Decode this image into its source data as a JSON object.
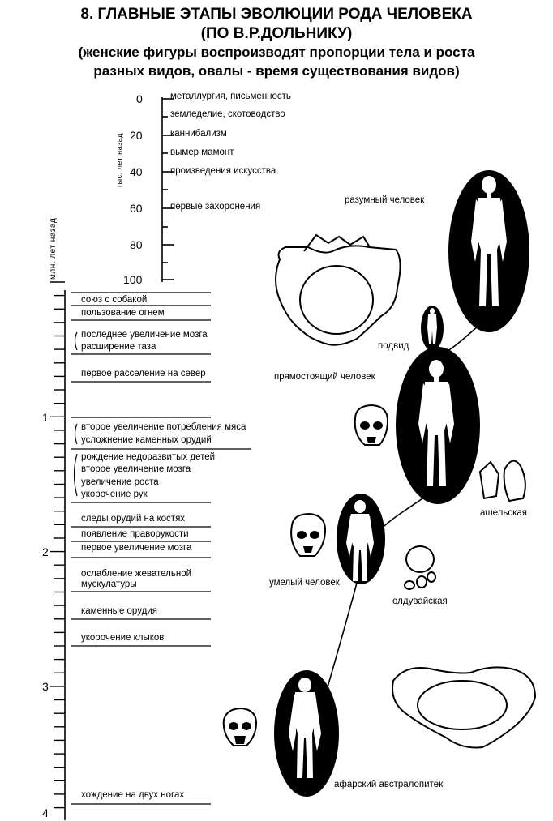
{
  "title": {
    "line1": "8. ГЛАВНЫЕ ЭТАПЫ ЭВОЛЮЦИИ РОДА ЧЕЛОВЕКА",
    "line2": "(ПО В.Р.ДОЛЬНИКУ)",
    "line3": "(женские фигуры воспроизводят пропорции тела и роста",
    "line4": "разных видов, овалы - время существования видов)"
  },
  "upper_scale": {
    "unit": "тыс. лет назад",
    "ticks": [
      "0",
      "20",
      "40",
      "60",
      "80",
      "100"
    ],
    "events": [
      "металлургия, письменность",
      "земледелие, скотоводство",
      "каннибализм",
      "вымер мамонт",
      "произведения искусства",
      "первые захоронения"
    ]
  },
  "lower_scale": {
    "unit": "млн. лет назад",
    "ticks": [
      "1",
      "2",
      "3",
      "4"
    ],
    "events": [
      "союз с собакой",
      "пользование огнем",
      "последнее увеличение мозга",
      "расширение таза",
      "первое расселение на север",
      "второе увеличение потребления мяса",
      "усложнение каменных орудий",
      "рождение недоразвитых детей",
      "второе увеличение мозга",
      "увеличение роста",
      "укорочение рук",
      "следы орудий на костях",
      "появление праворукости",
      "первое увеличение мозга",
      "ослабление жевательной",
      "мускулатуры",
      "каменные орудия",
      "укорочение клыков",
      "хождение на двух ногах"
    ]
  },
  "species": {
    "sapiens": "разумный человек",
    "subspecies": "подвид",
    "erectus": "прямостоящий человек",
    "habilis": "умелый человек",
    "afarensis": "афарский австралопитек"
  },
  "cultures": {
    "acheulean": "ашельская",
    "oldowan": "олдувайская"
  }
}
